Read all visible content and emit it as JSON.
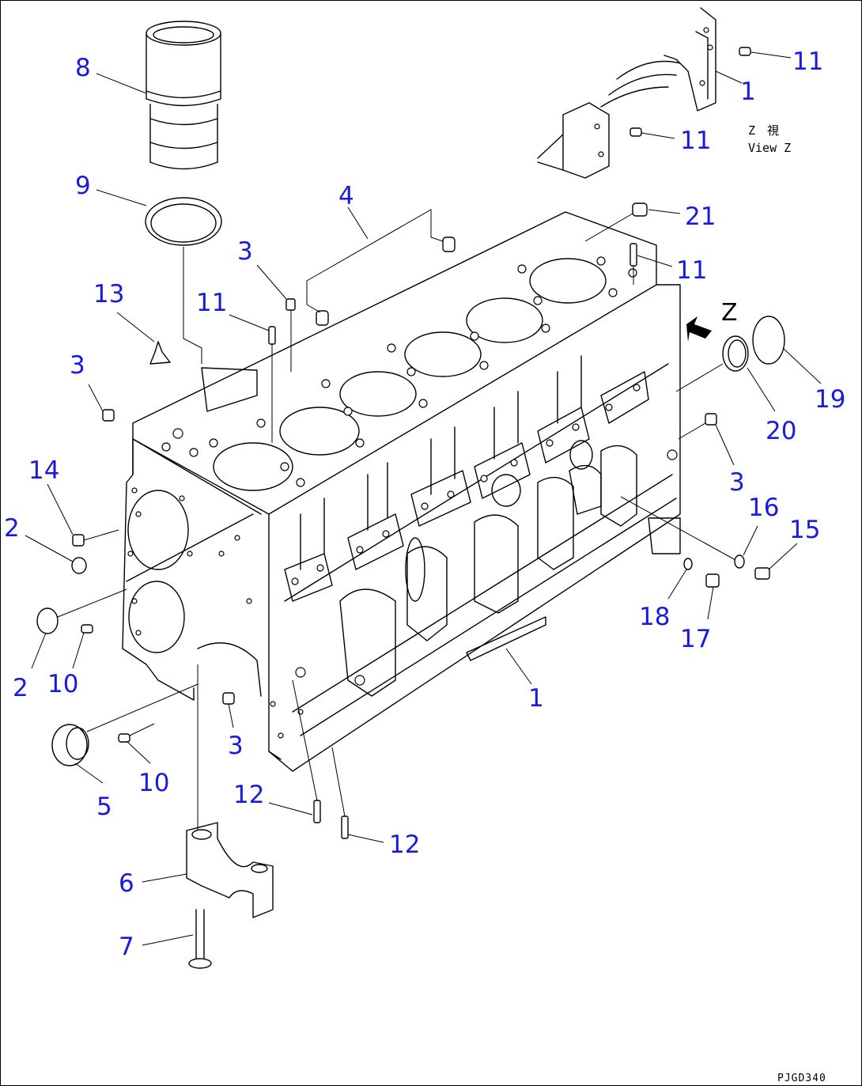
{
  "diagram": {
    "callouts": [
      {
        "id": "c8",
        "text": "8"
      },
      {
        "id": "c9",
        "text": "9"
      },
      {
        "id": "c4",
        "text": "4"
      },
      {
        "id": "c3a",
        "text": "3"
      },
      {
        "id": "c13",
        "text": "13"
      },
      {
        "id": "c11a",
        "text": "11"
      },
      {
        "id": "c3b",
        "text": "3"
      },
      {
        "id": "c14",
        "text": "14"
      },
      {
        "id": "c2a",
        "text": "2"
      },
      {
        "id": "c2b",
        "text": "2"
      },
      {
        "id": "c10a",
        "text": "10"
      },
      {
        "id": "c5",
        "text": "5"
      },
      {
        "id": "c10b",
        "text": "10"
      },
      {
        "id": "c3c",
        "text": "3"
      },
      {
        "id": "c12a",
        "text": "12"
      },
      {
        "id": "c12b",
        "text": "12"
      },
      {
        "id": "c6",
        "text": "6"
      },
      {
        "id": "c7",
        "text": "7"
      },
      {
        "id": "c1a",
        "text": "1"
      },
      {
        "id": "c11b",
        "text": "11"
      },
      {
        "id": "c1b",
        "text": "1"
      },
      {
        "id": "c11c",
        "text": "11"
      },
      {
        "id": "c21",
        "text": "21"
      },
      {
        "id": "c11d",
        "text": "11"
      },
      {
        "id": "c19",
        "text": "19"
      },
      {
        "id": "c20",
        "text": "20"
      },
      {
        "id": "c3d",
        "text": "3"
      },
      {
        "id": "c16",
        "text": "16"
      },
      {
        "id": "c15",
        "text": "15"
      },
      {
        "id": "c18",
        "text": "18"
      },
      {
        "id": "c17",
        "text": "17"
      }
    ],
    "view_label_jp": "Z　視",
    "view_label_en": "View Z",
    "arrow_label": "Z",
    "drawing_code": "PJGD340"
  }
}
